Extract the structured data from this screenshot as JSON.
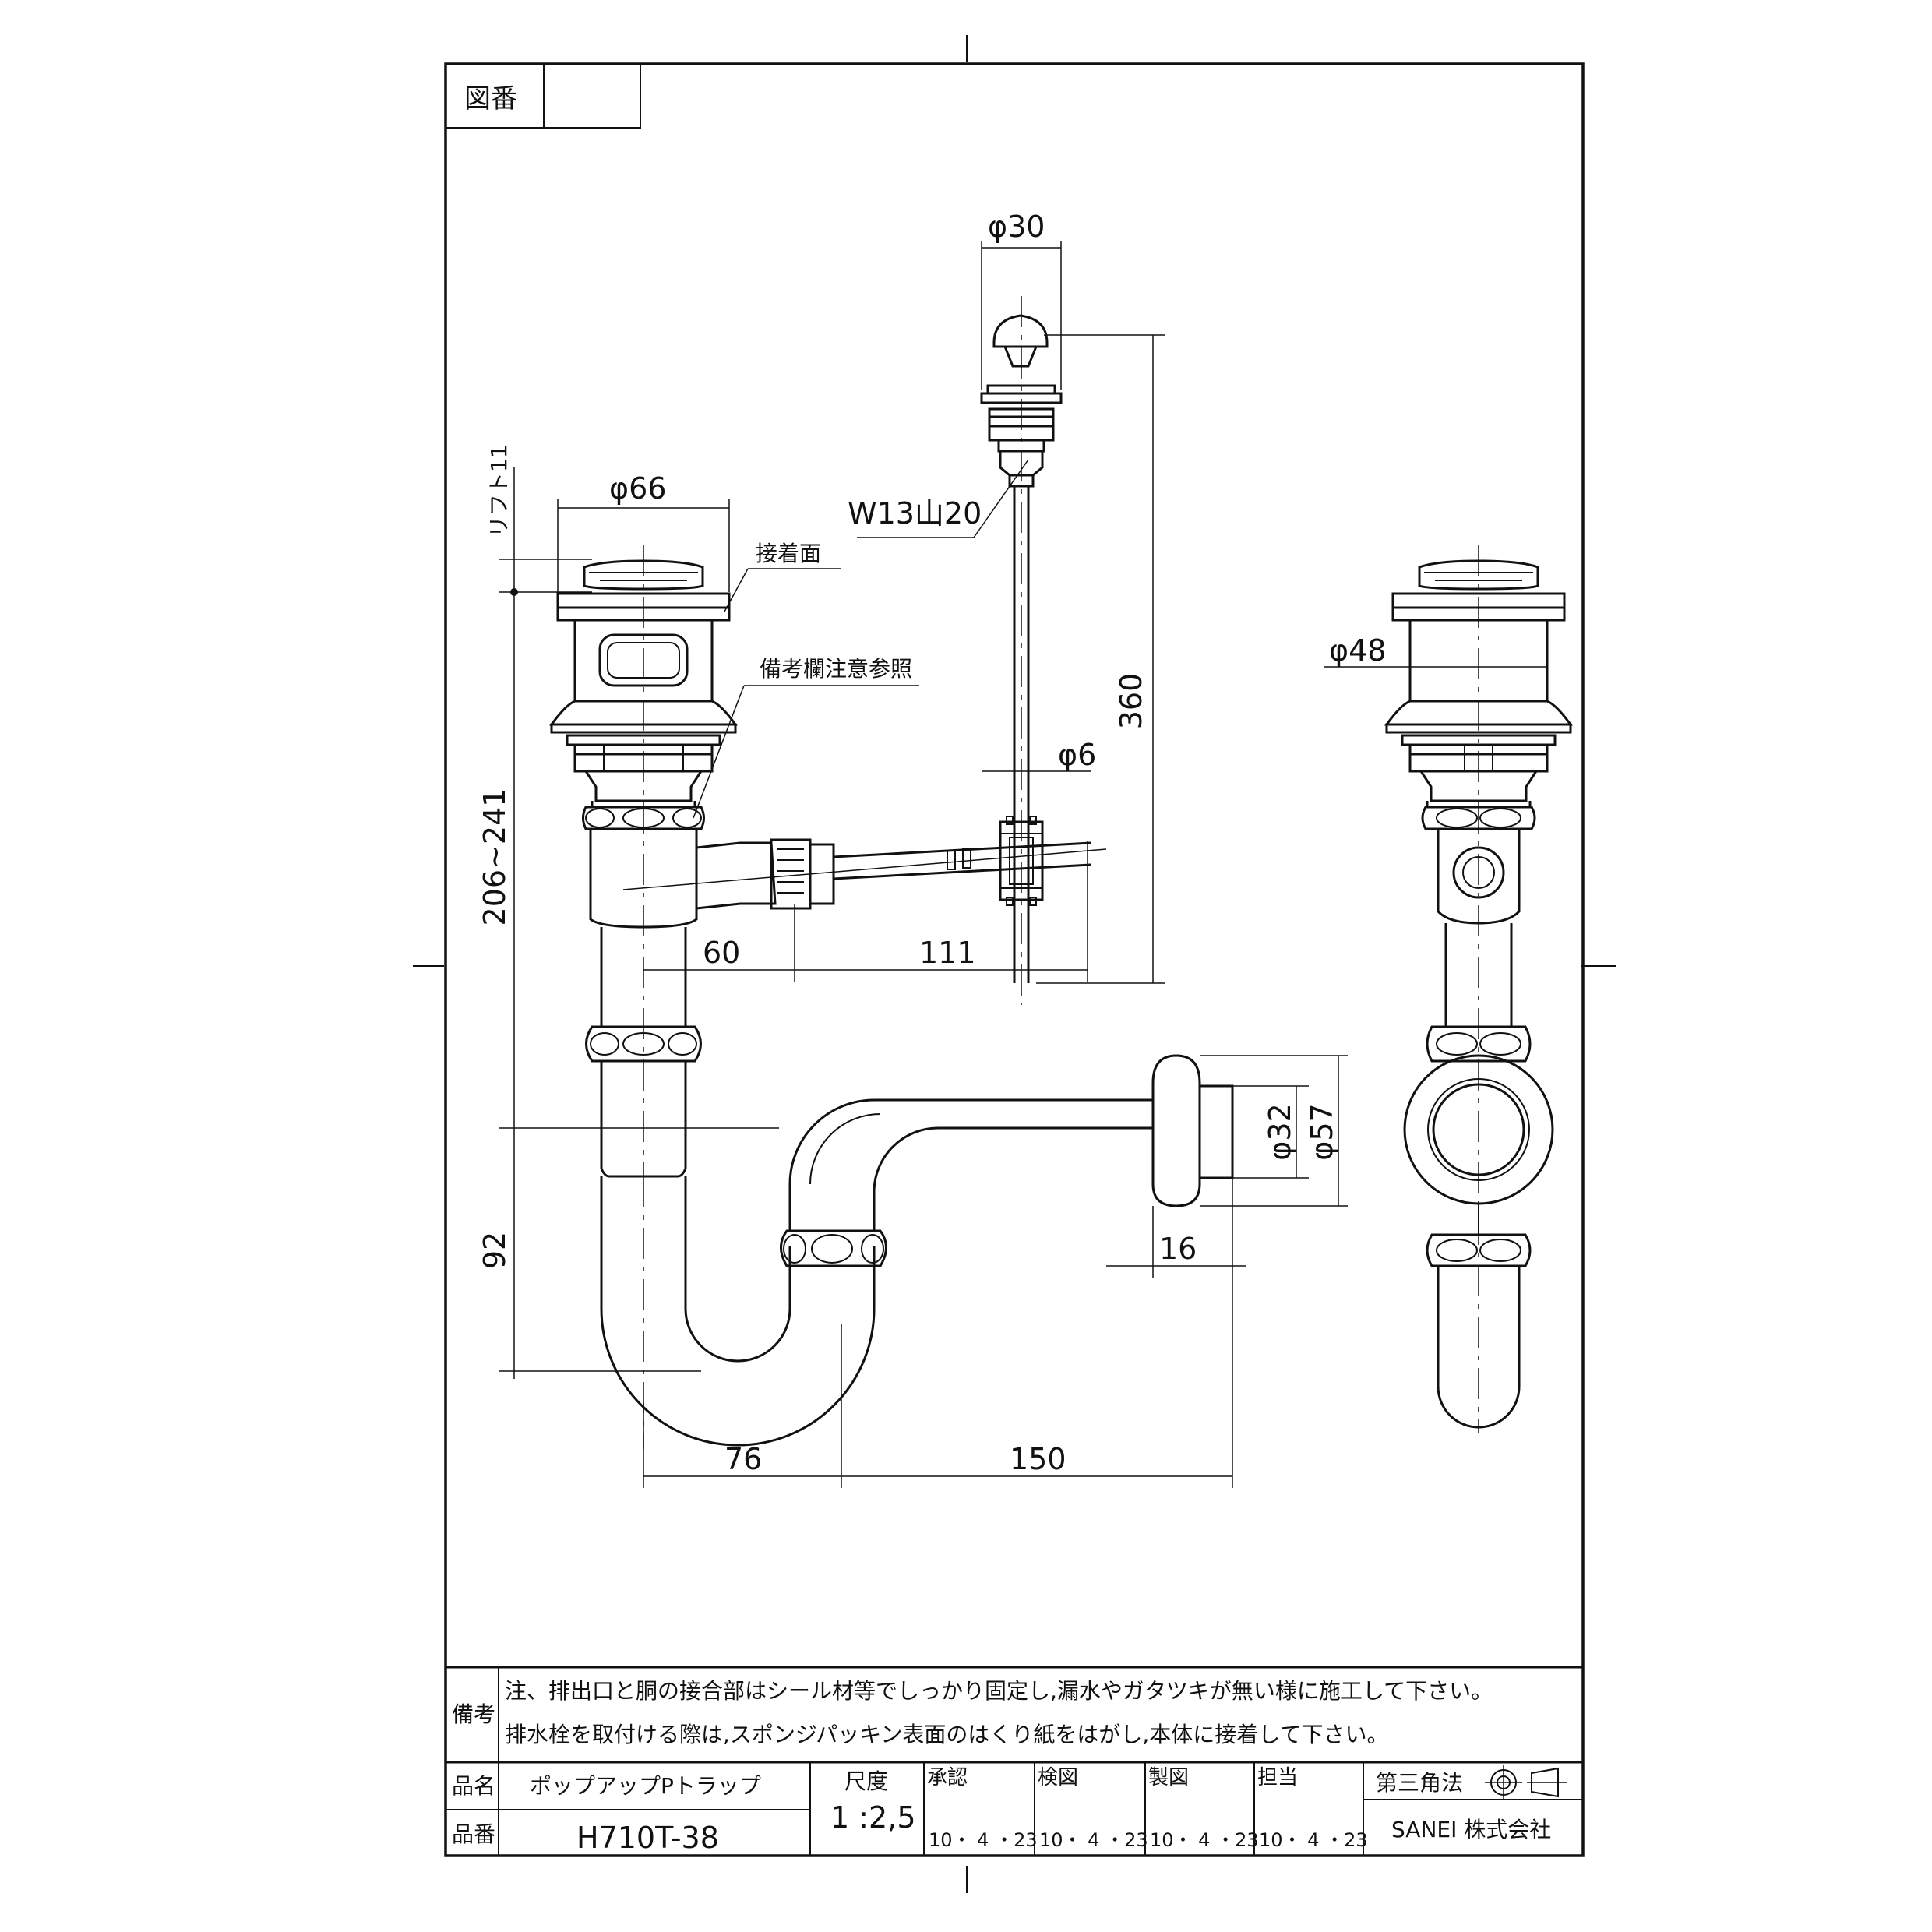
{
  "title_block": {
    "drawing_no_label": "図番",
    "remarks_label": "備考",
    "remarks": [
      "注、排出口と胴の接合部はシール材等でしっかり固定し,漏水やガタツキが無い様に施工して下さい。",
      "排水栓を取付ける際は,スポンジパッキン表面のはくり紙をはがし,本体に接着して下さい。"
    ],
    "name_label": "品名",
    "name": "ポップアップPトラップ",
    "part_no_label": "品番",
    "part_no": "H710T-38",
    "scale_label": "尺度",
    "scale": "1 :2,5",
    "approve_label": "承認",
    "inspect_label": "検図",
    "draft_label": "製図",
    "charge_label": "担当",
    "date": "10・ 4 ・23",
    "projection": "第三角法",
    "company": "SANEI 株式会社"
  },
  "dimensions": {
    "d66": "φ66",
    "d30": "φ30",
    "d48": "φ48",
    "d6": "φ6",
    "d32": "φ32",
    "d57": "φ57",
    "lift": "リフト11",
    "height_range": "206~241",
    "h92": "92",
    "h360": "360",
    "w60": "60",
    "w111": "111",
    "w76": "76",
    "w150": "150",
    "w16": "16",
    "thread": "W13山20"
  },
  "notes": {
    "adhesive": "接着面",
    "see_remarks": "備考欄注意参照"
  }
}
